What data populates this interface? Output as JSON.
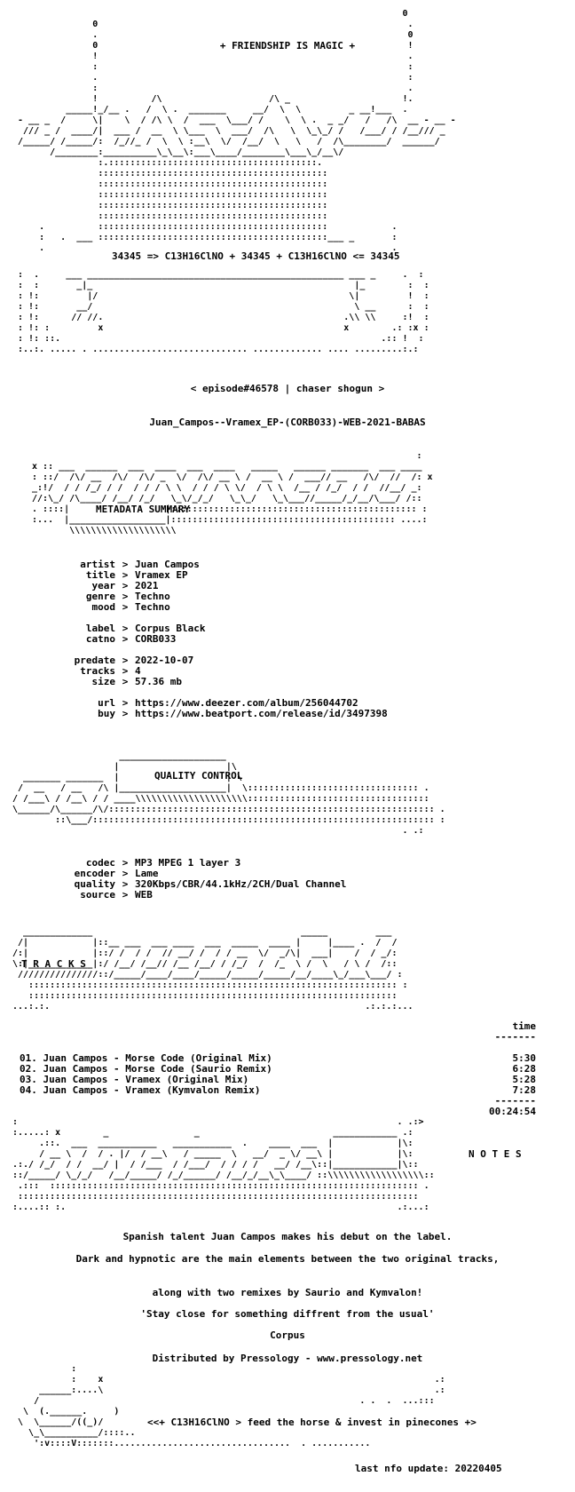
{
  "header": {
    "motto": "+ FRIENDSHIP IS MAGIC +",
    "formula": "34345 => C13H16ClNO + 34345 + C13H16ClNO <= 34345"
  },
  "episode": "< episode#46578 | chaser shogun >",
  "release_name": "Juan_Campos--Vramex_EP-(CORB033)-WEB-2021-BABAS",
  "sections": {
    "metadata_title": "METADATA SUMMARY",
    "quality_title": "QUALITY CONTROL",
    "tracks_title": "T R A C K S",
    "notes_title": "N O T E S"
  },
  "metadata": [
    {
      "key": "artist",
      "value": "Juan Campos"
    },
    {
      "key": "title",
      "value": "Vramex EP"
    },
    {
      "key": "year",
      "value": "2021"
    },
    {
      "key": "genre",
      "value": "Techno"
    },
    {
      "key": "mood",
      "value": "Techno"
    },
    {
      "key": "",
      "value": ""
    },
    {
      "key": "label",
      "value": "Corpus Black"
    },
    {
      "key": "catno",
      "value": "CORB033"
    },
    {
      "key": "",
      "value": ""
    },
    {
      "key": "predate",
      "value": "2022-10-07"
    },
    {
      "key": "tracks",
      "value": "4"
    },
    {
      "key": "size",
      "value": "57.36 mb"
    },
    {
      "key": "",
      "value": ""
    },
    {
      "key": "url",
      "value": "https://www.deezer.com/album/256044702"
    },
    {
      "key": "buy",
      "value": "https://www.beatport.com/release/id/3497398"
    }
  ],
  "quality": [
    {
      "key": "codec",
      "value": "MP3 MPEG 1 layer 3"
    },
    {
      "key": "encoder",
      "value": "Lame"
    },
    {
      "key": "quality",
      "value": "320Kbps/CBR/44.1kHz/2CH/Dual Channel"
    },
    {
      "key": "source",
      "value": "WEB"
    }
  ],
  "tracklist": {
    "time_header": "time",
    "divider": "-------",
    "tracks": [
      {
        "title": "01. Juan Campos - Morse Code (Original Mix)",
        "time": "5:30"
      },
      {
        "title": "02. Juan Campos - Morse Code (Saurio Remix)",
        "time": "6:28"
      },
      {
        "title": "03. Juan Campos - Vramex (Original Mix)",
        "time": "5:28"
      },
      {
        "title": "04. Juan Campos - Vramex (Kymvalon Remix)",
        "time": "7:28"
      }
    ],
    "total": "00:24:54"
  },
  "notes": [
    "Spanish talent Juan Campos makes his debut on the label.",
    "Dark and hypnotic are the main elements between the two original tracks,",
    "along with two remixes by Saurio and Kymvalon!",
    "'Stay close for something diffrent from the usual'",
    "Corpus",
    "Distributed by Pressology - www.pressology.net"
  ],
  "footer": {
    "tagline": "<<+ C13H16ClNO > feed the horse & invest in pinecones +>",
    "last_update": "last nfo update: 20220405"
  }
}
